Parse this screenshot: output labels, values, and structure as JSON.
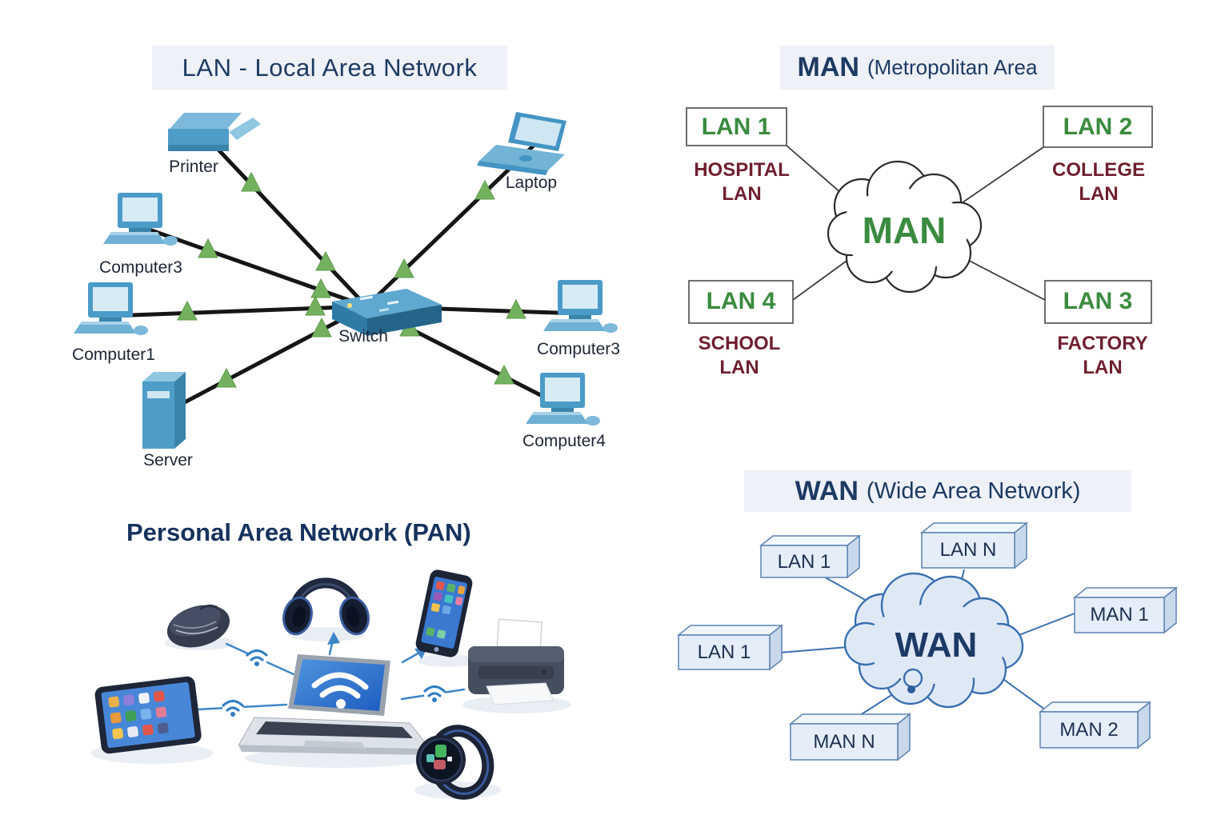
{
  "lan": {
    "title": "LAN - Local Area Network",
    "labels": {
      "printer": "Printer",
      "laptop": "Laptop",
      "computer3_left": "Computer3",
      "computer1": "Computer1",
      "switch": "Switch",
      "computer3_right": "Computer3",
      "computer4": "Computer4",
      "server": "Server"
    }
  },
  "man": {
    "title_main": "MAN",
    "title_sub": "(Metropolitan Area",
    "cloud_label": "MAN",
    "nodes": [
      {
        "box": "LAN 1",
        "line1": "HOSPITAL",
        "line2": "LAN"
      },
      {
        "box": "LAN 2",
        "line1": "COLLEGE",
        "line2": "LAN"
      },
      {
        "box": "LAN 4",
        "line1": "SCHOOL",
        "line2": "LAN"
      },
      {
        "box": "LAN 3",
        "line1": "FACTORY",
        "line2": "LAN"
      }
    ]
  },
  "pan": {
    "title": "Personal Area Network (PAN)",
    "device_icons": [
      "mouse-icon",
      "headphones-icon",
      "smartphone-icon",
      "printer-icon",
      "tablet-icon",
      "laptop-icon",
      "smartwatch-icon",
      "wifi-icon"
    ]
  },
  "wan": {
    "title_main": "WAN",
    "title_sub": "(Wide Area Network)",
    "cloud_label": "WAN",
    "nodes": [
      "LAN 1",
      "LAN N",
      "MAN 1",
      "LAN 1",
      "MAN N",
      "MAN 2"
    ]
  },
  "colors": {
    "title_background": "#eef1f7",
    "navy_text": "#1d3a63",
    "green_text": "#3a8b3f",
    "maroon_text": "#6f1f2e",
    "device_blue": "#4e9dc8",
    "link_black": "#161616",
    "status_triangle_green": "#74b15f",
    "pan_blue": "#3f86c8",
    "wan_box_fill": "#e4edf8",
    "wan_stroke": "#3a6fb0"
  }
}
